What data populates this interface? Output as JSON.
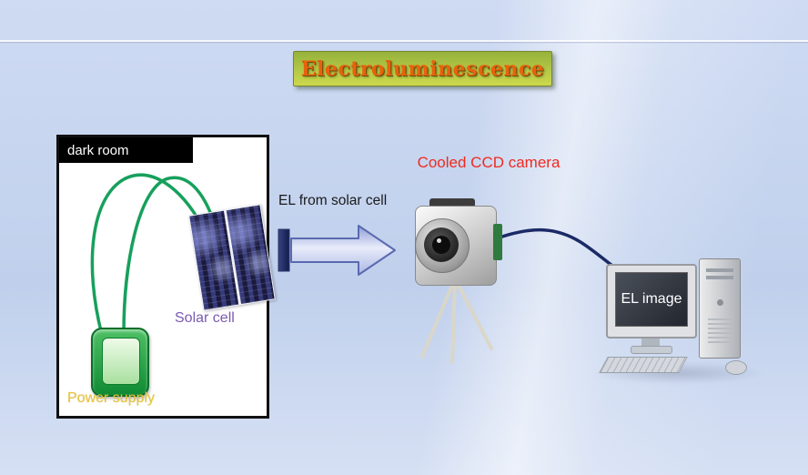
{
  "slide": {
    "title": "Electroluminescence"
  },
  "dark_room": {
    "label": "dark room",
    "solar_cell_label": "Solar cell",
    "power_supply_label": "Power supply"
  },
  "flow": {
    "el_arrow_label": "EL from solar cell",
    "camera_label": "Cooled CCD camera",
    "monitor_label": "EL image"
  },
  "colors": {
    "background_top": "#cfdbf3",
    "background_bottom": "#c0d0ec",
    "title_text": "#e8620c",
    "title_bg_top": "#96b23c",
    "title_bg_bottom": "#cdd94e",
    "camera_label_text": "#ee2b20",
    "solar_cell_text": "#7a5ab0",
    "power_supply_text": "#e9c63b",
    "wire_green": "#17a05c",
    "cable_navy": "#1b2a66",
    "arrow_outline": "#5a6ab0"
  }
}
